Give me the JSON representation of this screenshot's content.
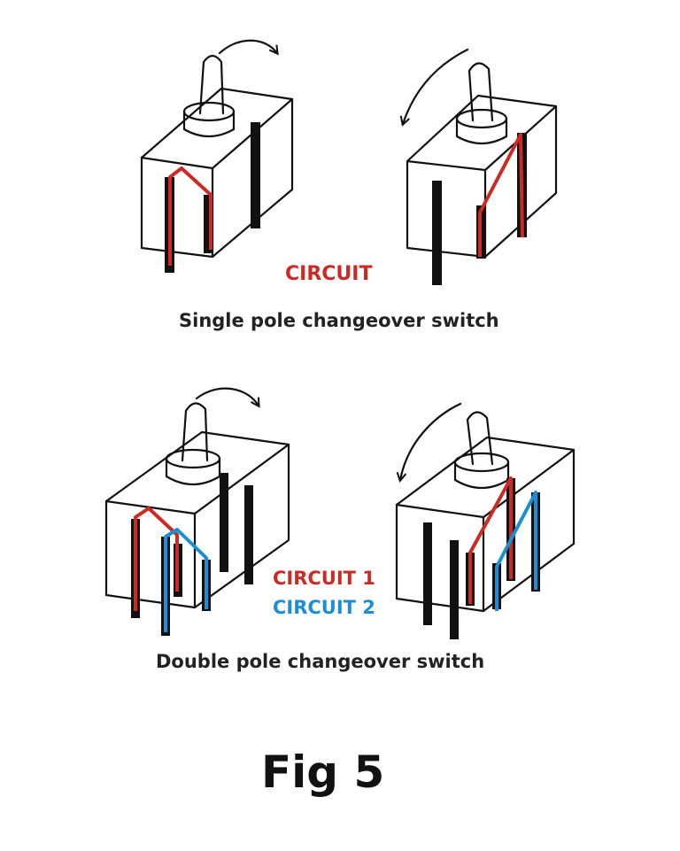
{
  "labels": {
    "circuit_single": "CIRCUIT",
    "caption_single": "Single pole changeover switch",
    "circuit_1": "CIRCUIT 1",
    "circuit_2": "CIRCUIT 2",
    "caption_double": "Double pole changeover switch",
    "figure": "Fig 5"
  },
  "colors": {
    "circuit": "#cc2a22",
    "circuit_1": "#cc2a22",
    "circuit_2": "#1a8fd6",
    "ink": "#111111"
  }
}
